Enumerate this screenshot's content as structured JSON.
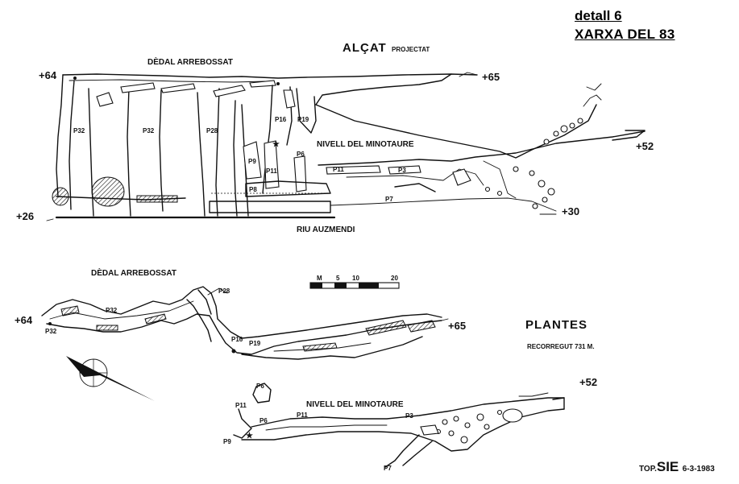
{
  "header": {
    "line1": "detall 6",
    "line2": "XARXA DEL 83"
  },
  "elevation": {
    "title": "ALÇAT",
    "subtitle": "PROJECTAT",
    "gallery_top": "DÈDAL ARREBOSSAT",
    "gallery_mid": "NIVELL DEL MINOTAURE",
    "river": "RIU AUZMENDI",
    "elev_left_top": "+64",
    "elev_right_top": "+65",
    "elev_right_mid": "+52",
    "elev_left_bottom": "+26",
    "elev_right_bottom": "+30",
    "shafts": {
      "p32a": "P32",
      "p32b": "P32",
      "p28": "P28",
      "p16": "P16",
      "p19": "P19",
      "p9": "P9",
      "p11a": "P11",
      "p6": "P6",
      "p8": "P8",
      "p11b": "P11",
      "p3": "P3",
      "p7": "P7"
    }
  },
  "scale_bar": {
    "unit": "M",
    "ticks": [
      "5",
      "10",
      "20"
    ]
  },
  "plan": {
    "title": "PLANTES",
    "surveyed": "RECORREGUT 731 M.",
    "gallery_top": "DÈDAL ARREBOSSAT",
    "gallery_mid": "NIVELL DEL MINOTAURE",
    "elev_left": "+64",
    "elev_right": "+65",
    "elev_right_low": "+52",
    "shafts": {
      "p32a": "P32",
      "p32b": "P32",
      "p28": "P28",
      "p16": "P16",
      "p19": "P19",
      "p6a": "P6",
      "p11a": "P11",
      "p6b": "P6",
      "p11b": "P11",
      "p9": "P9",
      "p3": "P3",
      "p7": "P7"
    }
  },
  "signature": {
    "prefix": "TOP.",
    "team": "SIE",
    "date": "6-3-1983"
  },
  "icons": {
    "north_arrow": "north-arrow-icon"
  }
}
